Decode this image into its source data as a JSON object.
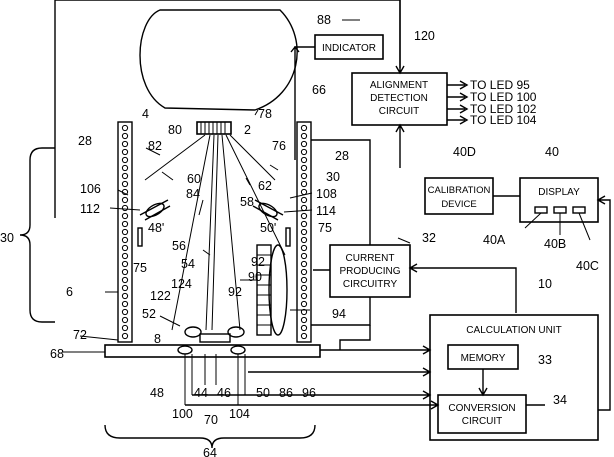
{
  "blocks": {
    "indicator": "INDICATOR",
    "alignment": [
      "ALIGNMENT",
      "DETECTION",
      "CIRCUIT"
    ],
    "calibration": [
      "CALIBRATION",
      "DEVICE"
    ],
    "display": "DISPLAY",
    "current": [
      "CURRENT",
      "PRODUCING",
      "CIRCUITRY"
    ],
    "calc_title": "CALCULATION UNIT",
    "memory": "MEMORY",
    "conversion": [
      "CONVERSION",
      "CIRCUIT"
    ]
  },
  "outputs": [
    "TO LED 95",
    "TO LED 100",
    "TO LED 102",
    "TO LED 104"
  ],
  "refs": {
    "r88": "88",
    "r120": "120",
    "r66": "66",
    "r4": "4",
    "r78": "78",
    "r2": "2",
    "r80": "80",
    "r76": "76",
    "r28a": "28",
    "r28b": "28",
    "r82": "82",
    "r60": "60",
    "r62": "62",
    "r30a": "30",
    "r84": "84",
    "r106": "106",
    "r108": "108",
    "r112": "112",
    "r58": "58",
    "r114": "114",
    "r40D": "40D",
    "r40": "40",
    "r48p": "48'",
    "r50p": "50'",
    "r75a": "75",
    "r75b": "75",
    "r56": "56",
    "r30big": "30",
    "r32": "32",
    "r54": "54",
    "r92a": "92",
    "r90": "90",
    "r124": "124",
    "r92b": "92",
    "r6": "6",
    "r122": "122",
    "r52": "52",
    "r40A": "40A",
    "r40B": "40B",
    "r40C": "40C",
    "r10": "10",
    "r94": "94",
    "r72": "72",
    "r8": "8",
    "r68": "68",
    "r33": "33",
    "r48": "48",
    "r44": "44",
    "r46": "46",
    "r50": "50",
    "r86": "86",
    "r96": "96",
    "r34": "34",
    "r100": "100",
    "r70": "70",
    "r104": "104",
    "r64": "64"
  }
}
